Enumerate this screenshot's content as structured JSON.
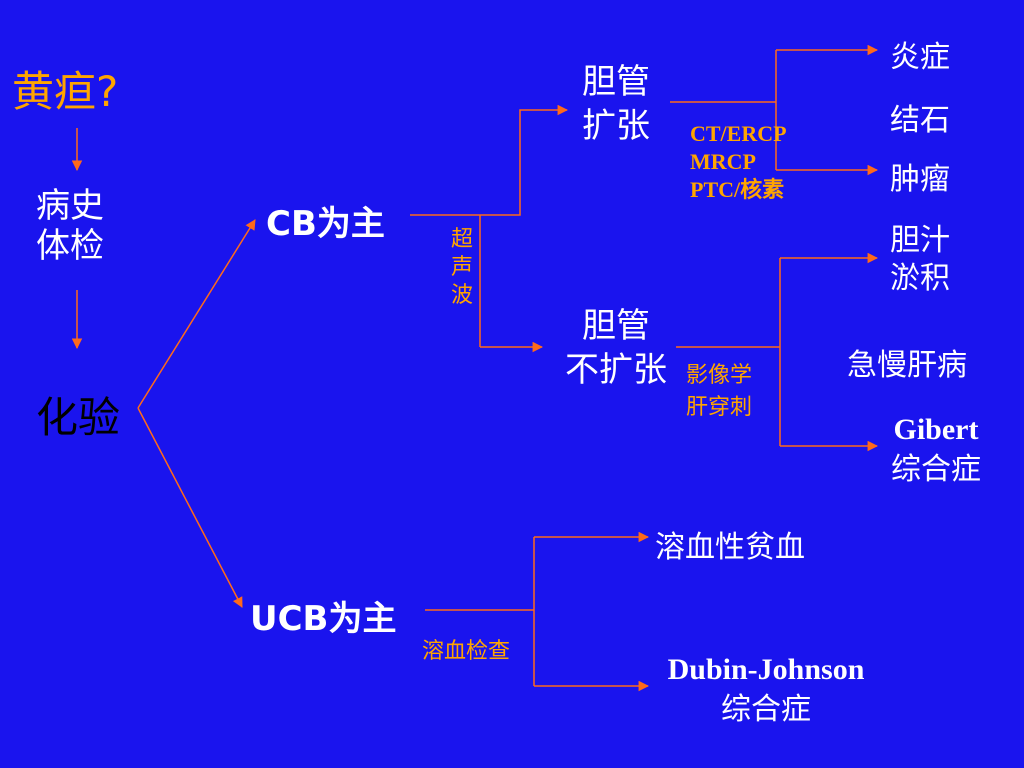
{
  "title": "黄疸?",
  "history_exam": [
    "病史",
    "体检"
  ],
  "lab_tests": "化验",
  "cb_main": "CB为主",
  "ucb_main": "UCB为主",
  "ultrasound": [
    "超",
    "声",
    "波"
  ],
  "bile_duct_dilated": [
    "胆管",
    "扩张"
  ],
  "bile_duct_not_dilated": [
    "胆管",
    "不扩张"
  ],
  "imaging_methods": [
    "CT/ERCP",
    "MRCP",
    "PTC/核素"
  ],
  "imaging_biopsy": [
    "影像学",
    "肝穿刺"
  ],
  "hemolysis_exam": "溶血检查",
  "dilated_causes": [
    "炎症",
    "结石",
    "肿瘤"
  ],
  "cholestasis": [
    "胆汁",
    "淤积"
  ],
  "liver_disease": "急慢肝病",
  "gilbert": [
    "Gibert",
    "综合症"
  ],
  "hemolytic_anemia": "溶血性贫血",
  "dubin_johnson": [
    "Dubin-Johnson",
    "综合症"
  ],
  "colors": {
    "background": "#1a14ee",
    "title": "#ffa500",
    "line": "#ff6a1a",
    "method_text": "#ffa500",
    "node_text": "#ffffff",
    "lab_text": "#000000"
  }
}
